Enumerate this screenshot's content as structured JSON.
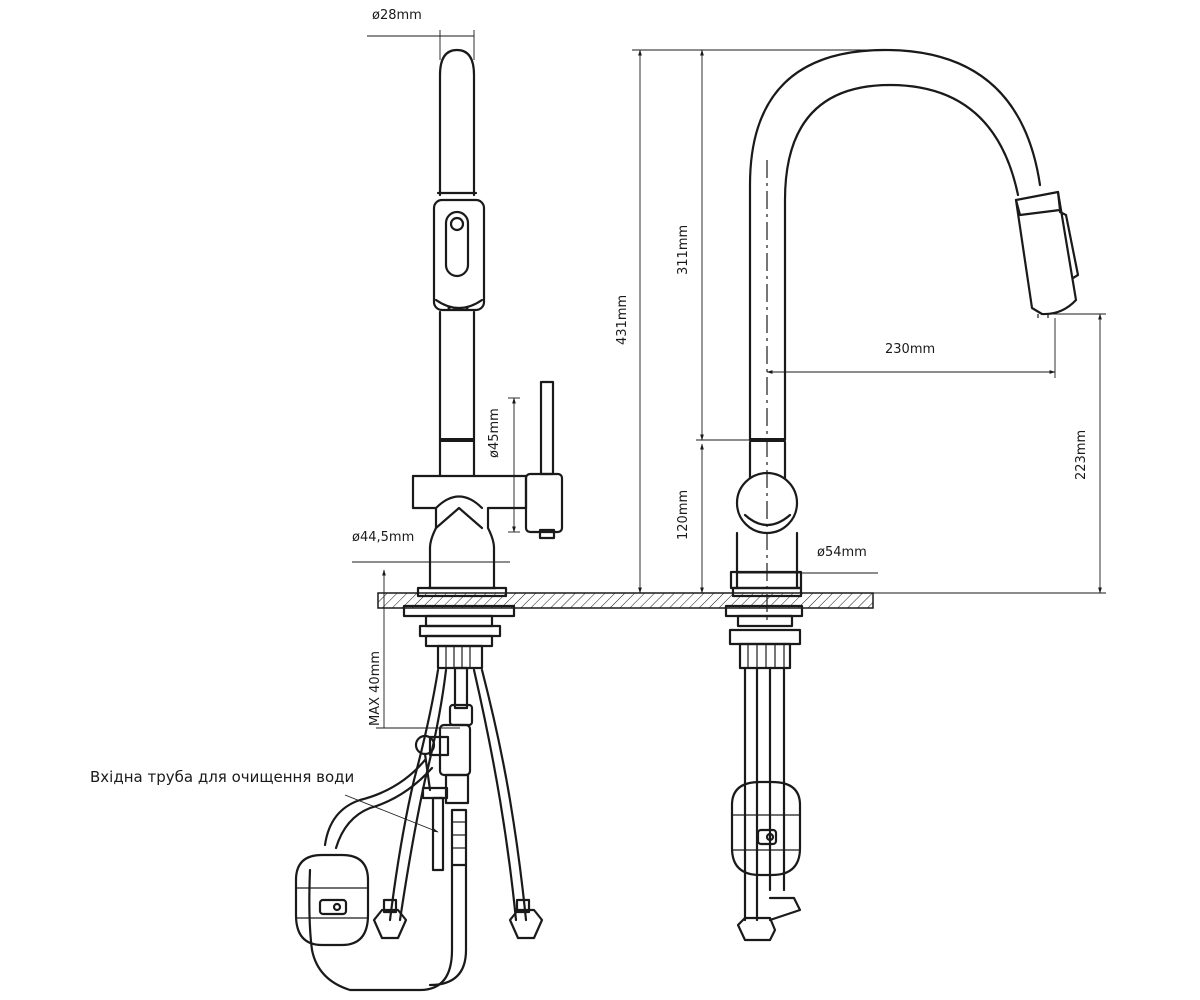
{
  "dimensions": {
    "spout_diameter": "ø28mm",
    "lever_diameter": "ø45mm",
    "base_diameter": "ø44,5mm",
    "max_thickness": "MAX  40mm",
    "total_height": "431mm",
    "spout_height": "311mm",
    "body_height": "120mm",
    "reach": "230mm",
    "outlet_height": "223mm",
    "side_base_diameter": "ø54mm"
  },
  "notes": {
    "filter_inlet": "Вхідна труба для очищення води"
  },
  "colors": {
    "line": "#1a1a1a",
    "background": "#ffffff"
  }
}
